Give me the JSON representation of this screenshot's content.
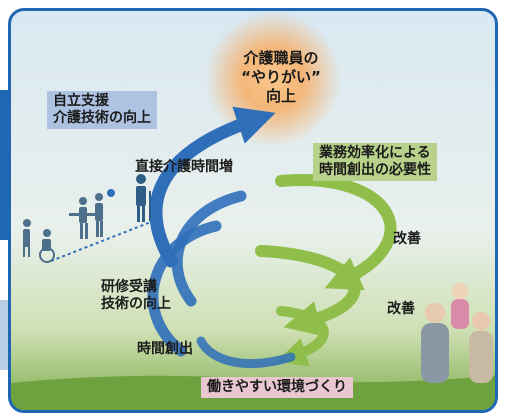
{
  "diagram": {
    "motivation_lines": [
      "介護職員の",
      "“やりがい”",
      "向上"
    ],
    "self_support_lines": [
      "自立支援",
      "介護技術の向上"
    ],
    "efficiency_lines": [
      "業務効率化による",
      "時間創出の必要性"
    ],
    "direct_care_time": "直接介護時間増",
    "training_lines": [
      "研修受講",
      "技術の向上"
    ],
    "time_creation": "時間創出",
    "improvement_1": "改善",
    "improvement_2": "改善",
    "environment": "働きやすい環境づくり"
  },
  "colors": {
    "frame_blue": "#1f66b3",
    "spiral_blue": "#2f6fba",
    "spiral_green": "#8fbf4a",
    "self_support_box": "#aec3e2",
    "efficiency_box": "#b8d28b",
    "environment_box": "#e9c7d1",
    "glow_orange": "#f6b06a"
  },
  "icons": [
    "wheelchair-user-icon",
    "walker-user-icon",
    "cane-user-icon",
    "standing-person-icon",
    "family-photo"
  ]
}
